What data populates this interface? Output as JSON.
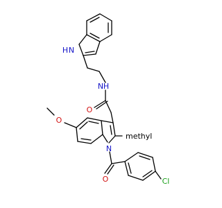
{
  "molecule": {
    "atoms": {
      "indole_nh": "H",
      "indole_n": "N",
      "amide_n": "N",
      "amide_h": "H",
      "amide_o": "O",
      "methoxy_o": "O",
      "methyl_label": "methyl",
      "ring_n": "N",
      "benzoyl_o": "O",
      "chlorine": "Cl"
    }
  },
  "colors": {
    "bond": "#000000",
    "nitrogen": "#1515c8",
    "oxygen": "#d21414",
    "chlorine": "#1aa01a",
    "carbon_text": "#000000",
    "background": "#ffffff"
  }
}
